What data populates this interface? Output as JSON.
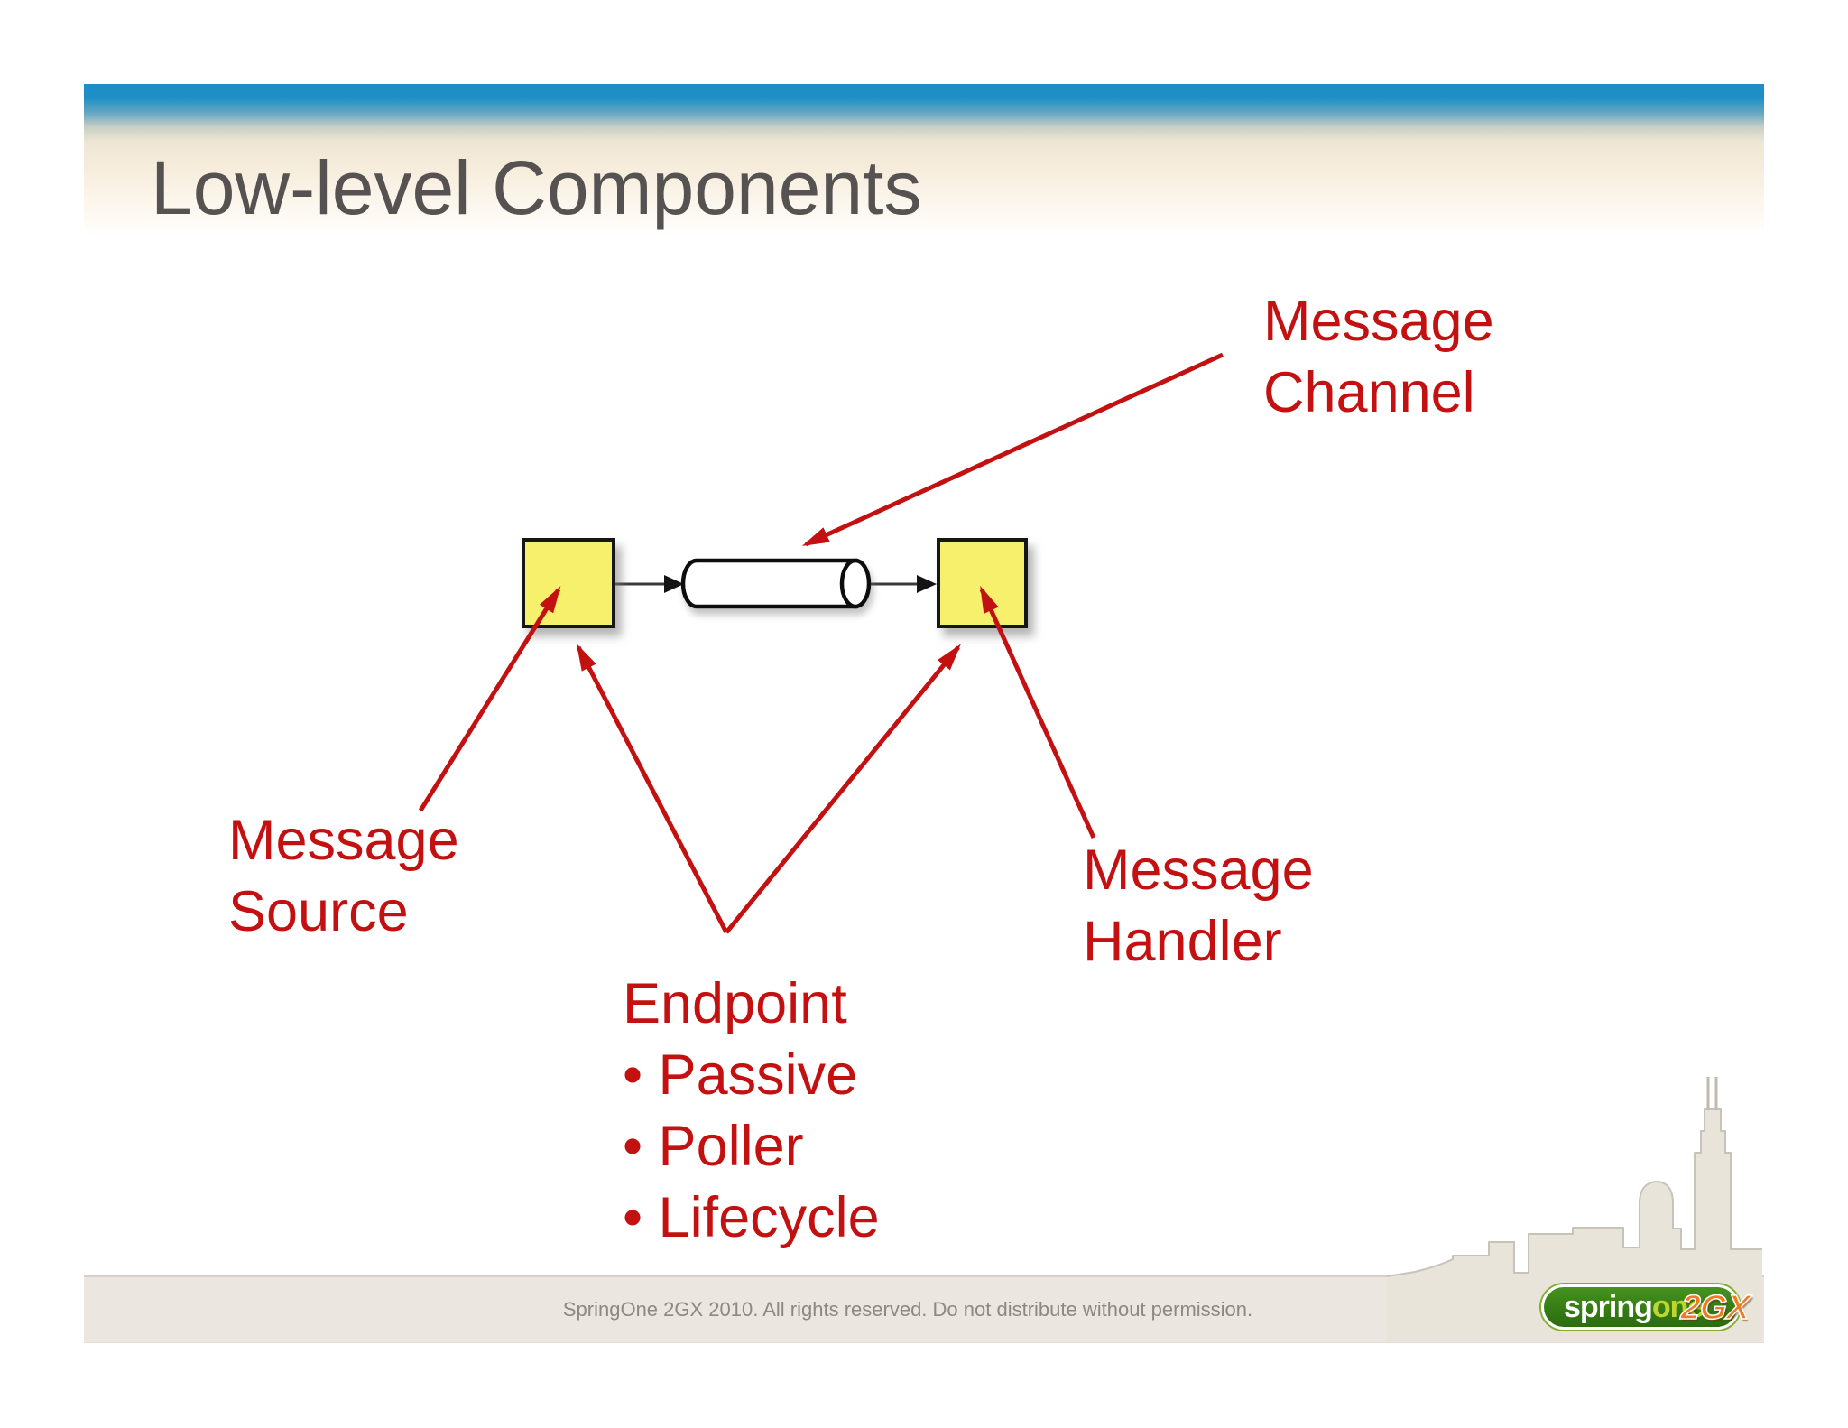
{
  "title": "Low-level Components",
  "labels": {
    "message_channel": {
      "line1": "Message",
      "line2": "Channel"
    },
    "message_source": {
      "line1": "Message",
      "line2": "Source"
    },
    "message_handler": {
      "line1": "Message",
      "line2": "Handler"
    },
    "endpoint": {
      "heading": "Endpoint",
      "items": [
        "• Passive",
        "• Poller",
        "• Lifecycle"
      ]
    }
  },
  "footer": {
    "text": "SpringOne 2GX 2010. All rights reserved. Do not distribute without permission."
  },
  "logo": {
    "spring": "spring",
    "one": "one",
    "badge": "2GX"
  },
  "colors": {
    "accent_red": "#c31111",
    "box_yellow": "#f7f06c",
    "header_blue": "#1d8fc6",
    "title_gray": "#575252",
    "band_beige": "#ebe6e0",
    "skyline_beige": "#e9e4da",
    "logo_green": "#357c14",
    "logo_lime": "#bfd631",
    "logo_badge_orange": "#ee7a21"
  }
}
